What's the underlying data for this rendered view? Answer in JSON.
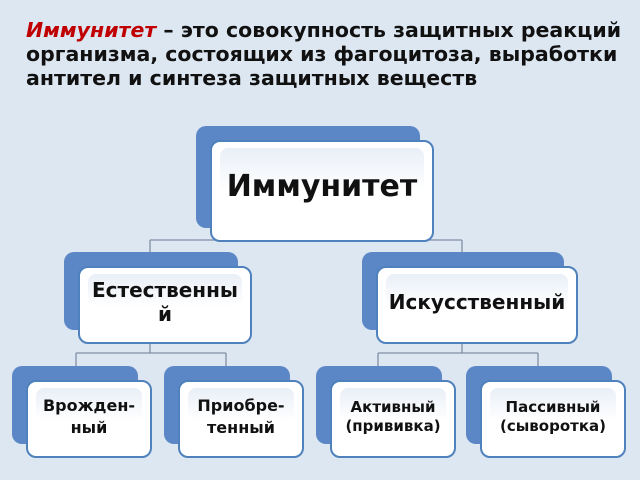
{
  "definition": {
    "term": "Иммунитет",
    "text": " – это совокупность защитных реакций организма, состоящих из фагоцитоза, выработки антител и синтеза защитных веществ"
  },
  "tree": {
    "root": "Иммунитет",
    "natural": {
      "label": "Естественный",
      "children": [
        "Врожден-\nный",
        "Приобре-\nтенный"
      ]
    },
    "artificial": {
      "label": "Искусственный",
      "children": [
        "Активный\n(прививка)",
        "Пассивный\n(сыворотка)"
      ]
    }
  }
}
